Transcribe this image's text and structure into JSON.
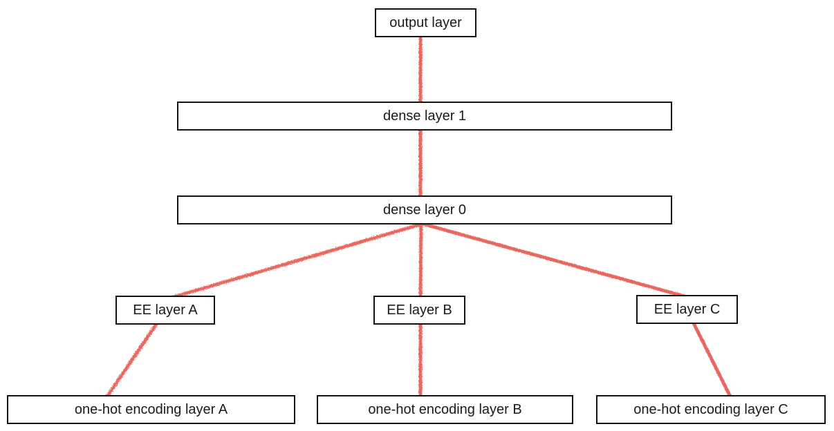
{
  "diagram": {
    "type": "neural-network-architecture",
    "nodes": [
      {
        "id": "output-layer",
        "label": "output layer"
      },
      {
        "id": "dense-layer-1",
        "label": "dense layer 1"
      },
      {
        "id": "dense-layer-0",
        "label": "dense layer 0"
      },
      {
        "id": "ee-layer-a",
        "label": "EE layer A"
      },
      {
        "id": "ee-layer-b",
        "label": "EE layer B"
      },
      {
        "id": "ee-layer-c",
        "label": "EE layer C"
      },
      {
        "id": "one-hot-a",
        "label": "one-hot encoding layer A"
      },
      {
        "id": "one-hot-b",
        "label": "one-hot encoding layer B"
      },
      {
        "id": "one-hot-c",
        "label": "one-hot encoding layer C"
      }
    ],
    "edges": [
      {
        "from": "output-layer",
        "to": "dense-layer-1"
      },
      {
        "from": "dense-layer-1",
        "to": "dense-layer-0"
      },
      {
        "from": "dense-layer-0",
        "to": "ee-layer-a"
      },
      {
        "from": "dense-layer-0",
        "to": "ee-layer-b"
      },
      {
        "from": "dense-layer-0",
        "to": "ee-layer-c"
      },
      {
        "from": "ee-layer-a",
        "to": "one-hot-a"
      },
      {
        "from": "ee-layer-b",
        "to": "one-hot-b"
      },
      {
        "from": "ee-layer-c",
        "to": "one-hot-c"
      }
    ],
    "colors": {
      "edge": "#e8685e",
      "box_border": "#111111",
      "box_fill": "#ffffff",
      "text": "#1a1a1a",
      "background": "#ffffff"
    }
  }
}
